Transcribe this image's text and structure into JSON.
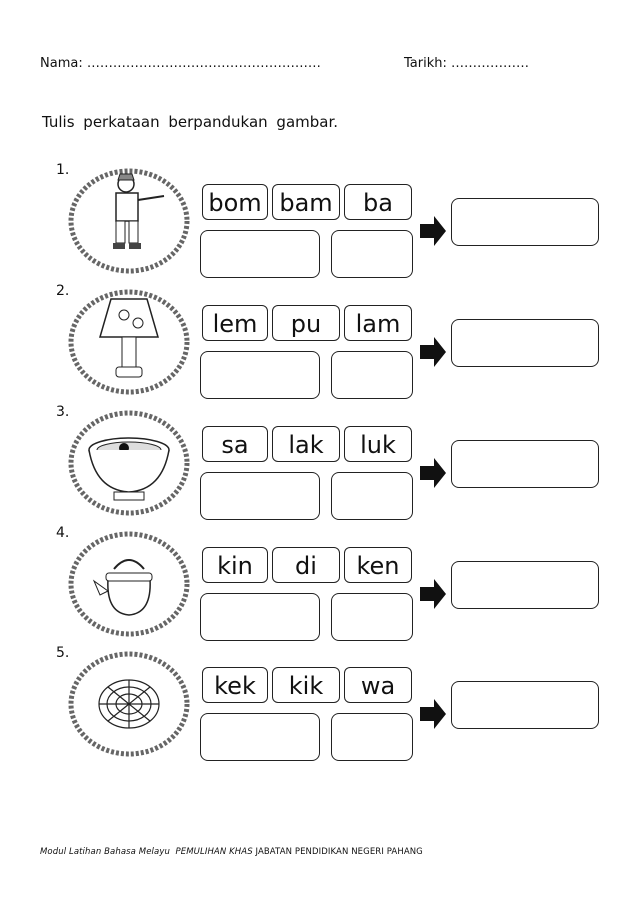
{
  "header": {
    "name_label": "Nama: ………………………………………………",
    "date_label": "Tarikh: ………………"
  },
  "instruction": "Tulis perkataan berpandukan gambar.",
  "items": [
    {
      "number": "1.",
      "picture": "firefighter-icon",
      "syllables": [
        "bom",
        "bam",
        "ba"
      ]
    },
    {
      "number": "2.",
      "picture": "lamp-icon",
      "syllables": [
        "lem",
        "pu",
        "lam"
      ]
    },
    {
      "number": "3.",
      "picture": "soup-bowl-icon",
      "syllables": [
        "sa",
        "lak",
        "luk"
      ]
    },
    {
      "number": "4.",
      "picture": "kettle-icon",
      "syllables": [
        "kin",
        "di",
        "ken"
      ]
    },
    {
      "number": "5.",
      "picture": "flower-icon",
      "syllables": [
        "kek",
        "kik",
        "wa"
      ]
    }
  ],
  "footer": {
    "module": "Modul Latihan Bahasa Melayu",
    "program": "PEMULIHAN KHAS",
    "department": "JABATAN PENDIDIKAN NEGERI PAHANG"
  }
}
